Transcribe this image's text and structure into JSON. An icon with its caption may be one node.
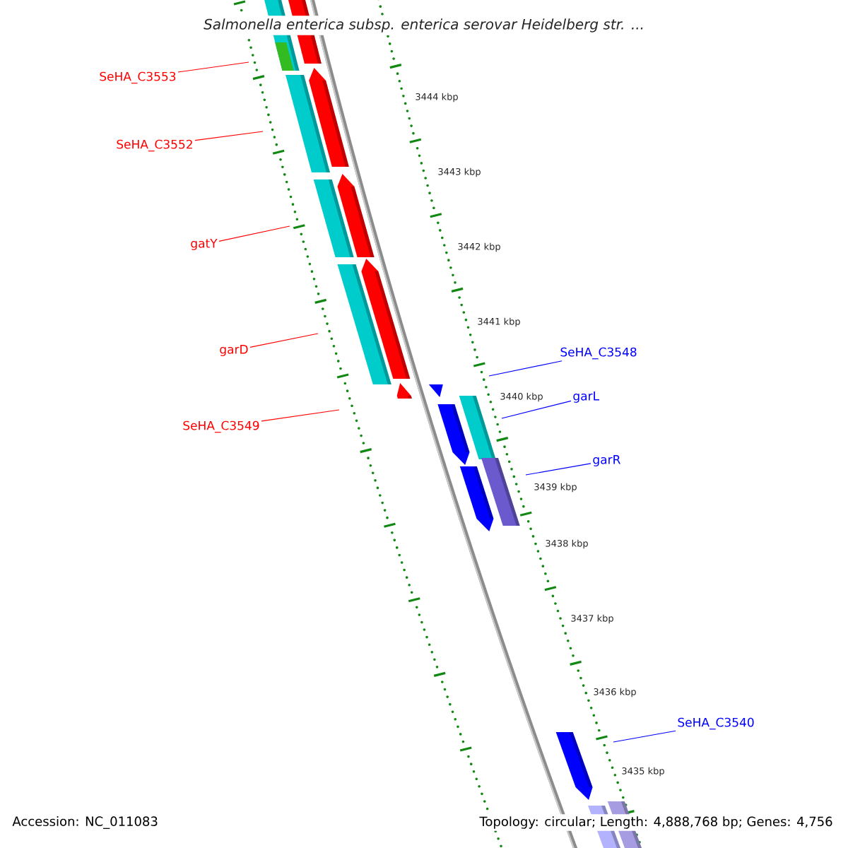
{
  "diagram": {
    "title": "Salmonella enterica subsp. enterica serovar Heidelberg str. ...",
    "nodes": [
      {
        "text": [
          "SeHA_C3553"
        ]
      },
      {
        "text": [
          "SeHA_C3552"
        ]
      },
      {
        "text": [
          "gatY"
        ]
      },
      {
        "text": [
          "garD"
        ]
      },
      {
        "text": [
          "SeHA_C3549"
        ]
      },
      {
        "text": [
          "SeHA_C3548"
        ]
      },
      {
        "text": [
          "garL"
        ]
      },
      {
        "text": [
          "garR"
        ]
      },
      {
        "text": [
          "SeHA_C3540"
        ]
      }
    ],
    "edges": [
      {
        "from": 0,
        "to": null,
        "arrow": "none"
      },
      {
        "from": 1,
        "to": null,
        "arrow": "none"
      },
      {
        "from": 2,
        "to": null,
        "arrow": "none"
      },
      {
        "from": 3,
        "to": null,
        "arrow": "none"
      },
      {
        "from": 4,
        "to": null,
        "arrow": "none"
      },
      {
        "from": 5,
        "to": null,
        "arrow": "none",
        "color": "#0000ff"
      },
      {
        "from": 6,
        "to": null,
        "arrow": "none",
        "color": "#0000ff"
      },
      {
        "from": 7,
        "to": null,
        "arrow": "none",
        "color": "#0000ff"
      },
      {
        "from": 8,
        "to": null,
        "arrow": "none",
        "color": "#0000ff"
      }
    ],
    "labels": [
      "3444 kbp",
      "3443 kbp",
      "3442 kbp",
      "3441 kbp",
      "3440 kbp",
      "3439 kbp",
      "3438 kbp",
      "3437 kbp",
      "3436 kbp",
      "3435 kbp",
      "Accession: NC_011083",
      "Topology: circular; Length: 4,888,768 bp; Genes: 4,756"
    ]
  }
}
